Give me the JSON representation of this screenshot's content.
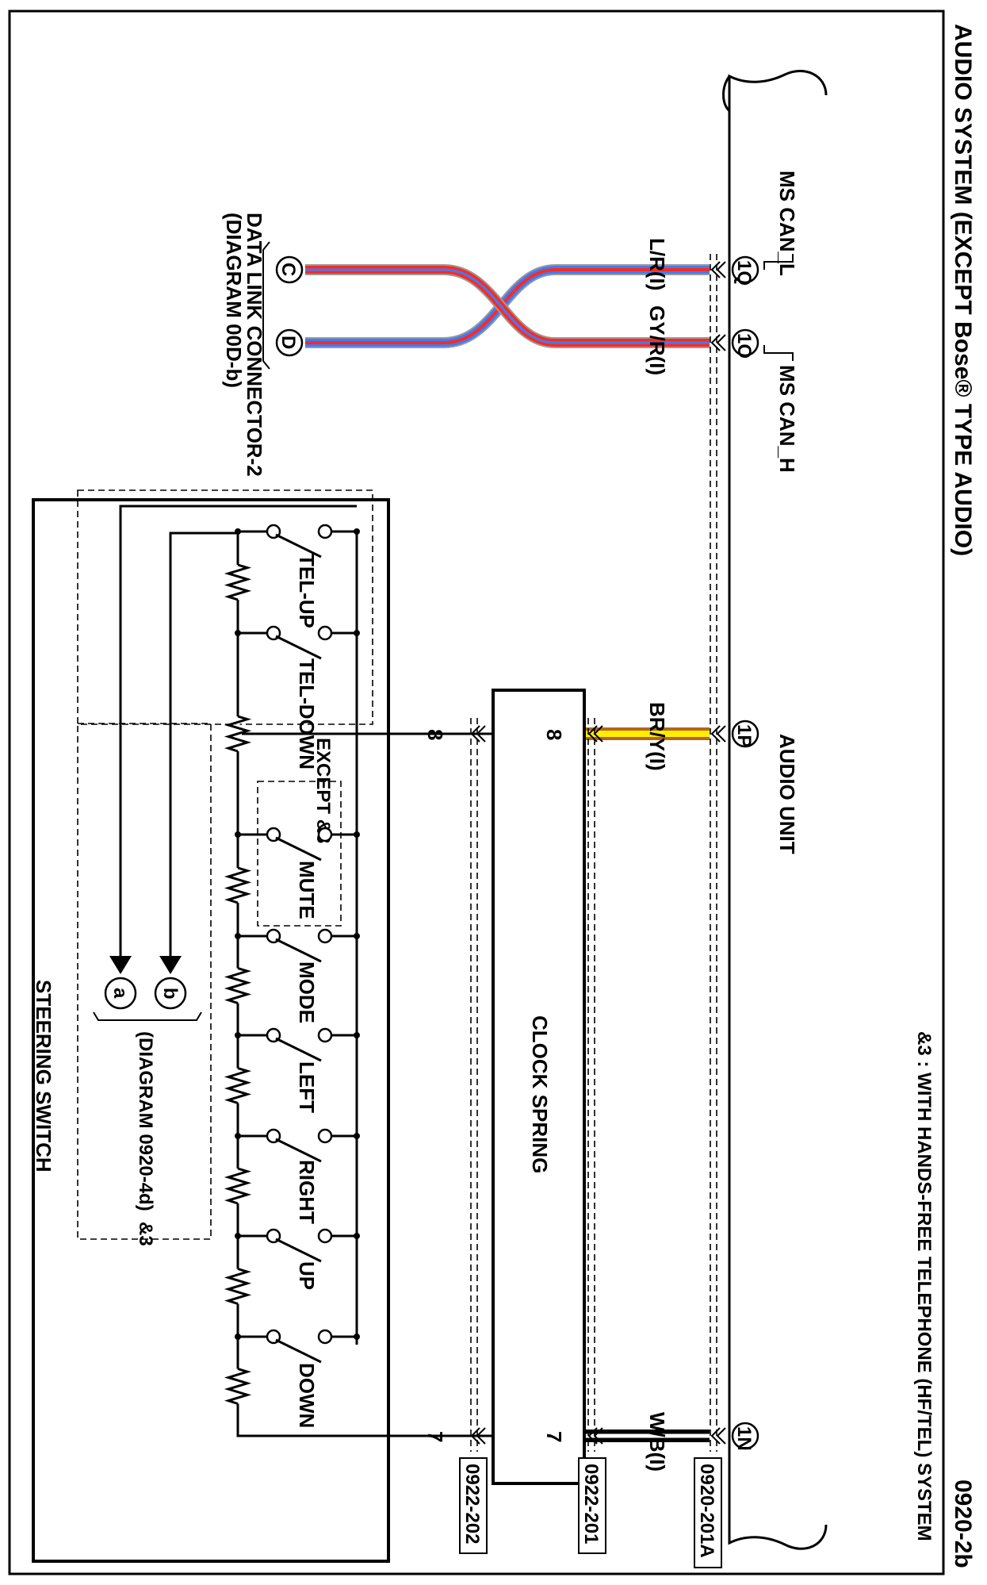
{
  "header": {
    "title": "AUDIO SYSTEM (EXCEPT Bose® TYPE AUDIO)",
    "page_code": "0920-2b",
    "note": "&3 : WITH HANDS-FREE TELEPHONE (HF/TEL) SYSTEM"
  },
  "audio_unit": {
    "label": "AUDIO UNIT",
    "pins": [
      {
        "id": "1Q",
        "signal": "MS CAN_L",
        "wire": "L/R(I)"
      },
      {
        "id": "1O",
        "signal": "MS CAN_H",
        "wire": "GY/R(I)"
      },
      {
        "id": "1P",
        "signal": "",
        "wire": "BR/Y(I)"
      },
      {
        "id": "1N",
        "signal": "",
        "wire": "W/B(I)"
      }
    ]
  },
  "data_link": {
    "label": "DATA LINK CONNECTOR-2",
    "ref": "(DIAGRAM 00D-b)",
    "pins": [
      "C",
      "D"
    ]
  },
  "clock_spring": {
    "label": "CLOCK SPRING",
    "pins": [
      "8",
      "7"
    ]
  },
  "steering_switch": {
    "label": "STEERING SWITCH",
    "outer_pins": [
      "8",
      "7"
    ],
    "except_label": "EXCEPT &3",
    "switches": [
      "TEL-UP",
      "TEL-DOWN",
      "MUTE",
      "MODE",
      "LEFT",
      "RIGHT",
      "UP",
      "DOWN"
    ],
    "refs": [
      "a",
      "b"
    ],
    "ref_label": "(DIAGRAM 0920-4d)",
    "ref_note": "&3"
  },
  "connectors": [
    "0920-201A",
    "0922-201",
    "0922-202"
  ],
  "colors": {
    "red": "#ff2a1e",
    "blue": "#3b7dff",
    "yellow": "#ffee00",
    "brown": "#b5651d",
    "gray": "#9a9a9a",
    "black": "#000000"
  }
}
